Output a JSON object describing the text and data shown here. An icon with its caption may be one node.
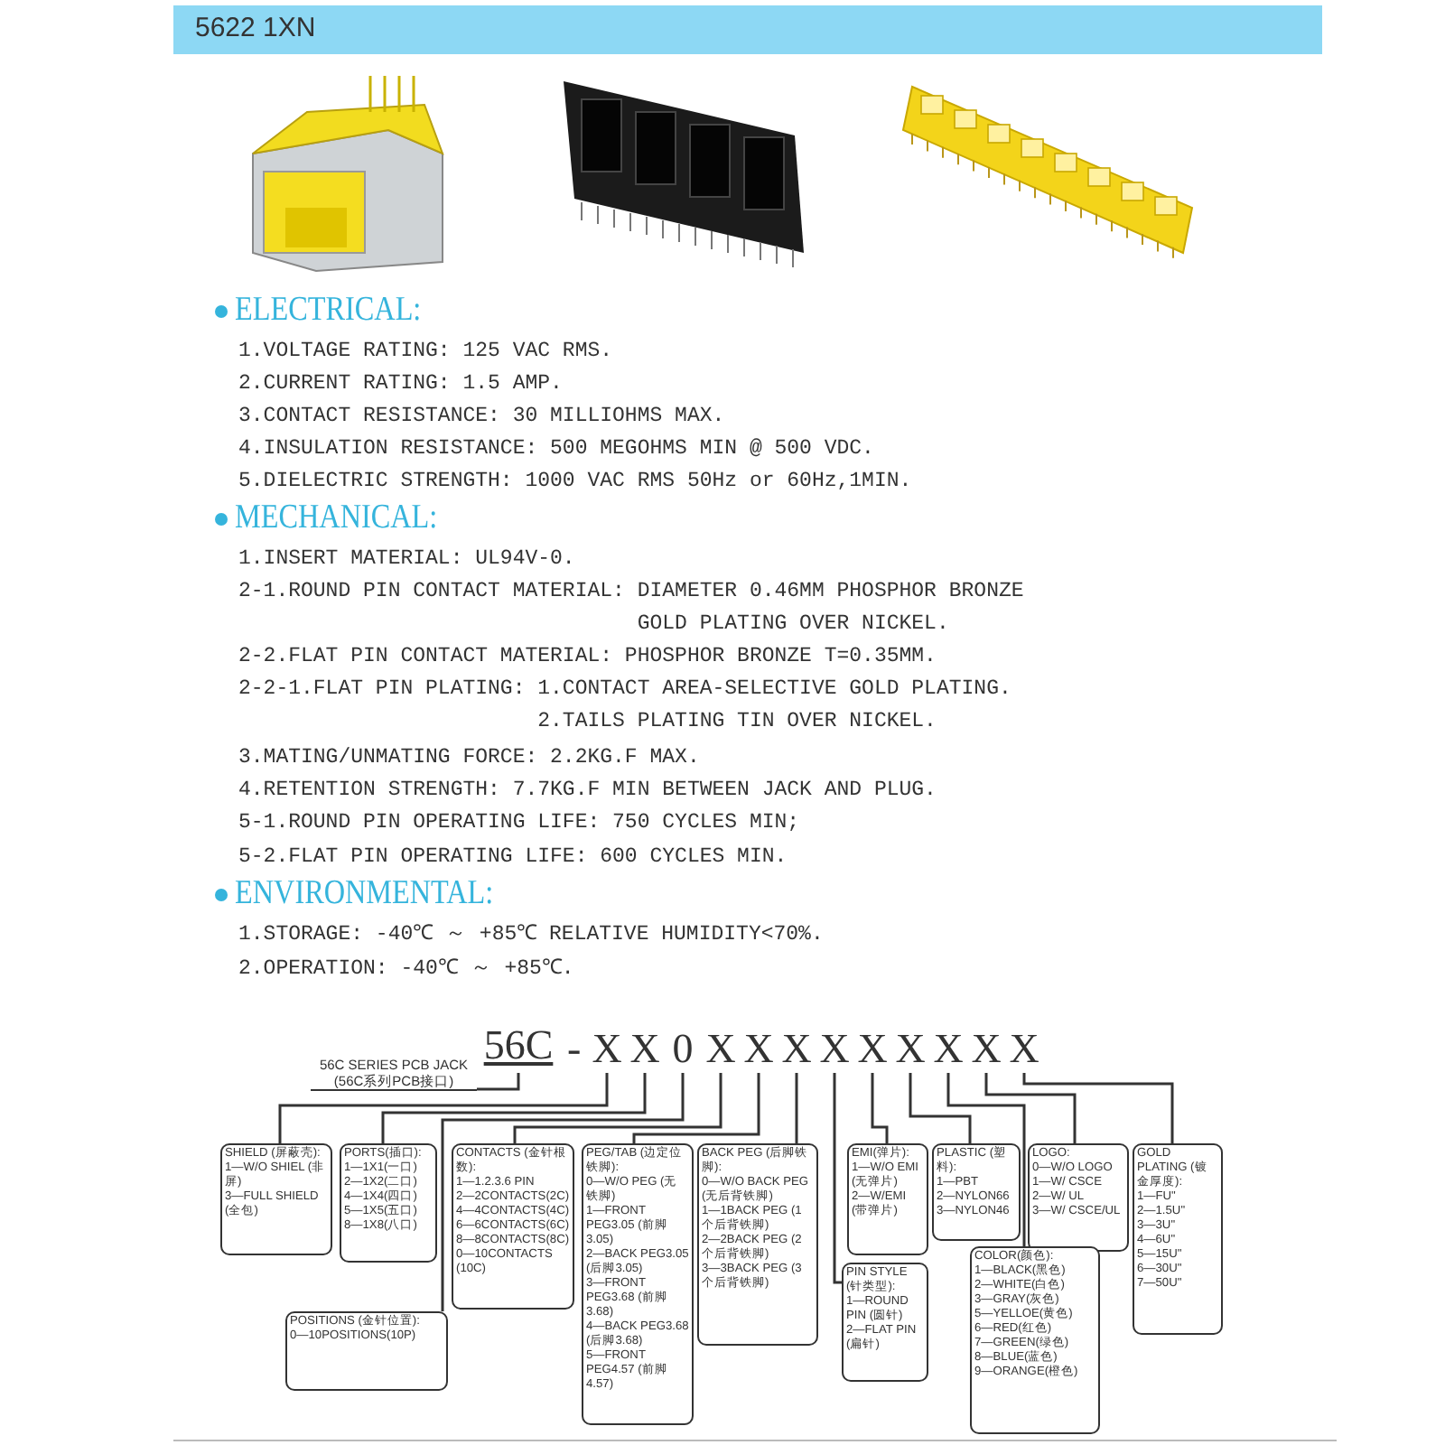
{
  "diagram": {
    "title": "5622 1XN",
    "nodes": [
      {
        "text": [
          "56C"
        ]
      },
      {
        "text": [
          "X"
        ]
      },
      {
        "text": [
          "X"
        ]
      },
      {
        "text": [
          "0"
        ]
      },
      {
        "text": [
          "X"
        ]
      },
      {
        "text": [
          "X"
        ]
      },
      {
        "text": [
          "X"
        ]
      },
      {
        "text": [
          "X"
        ]
      },
      {
        "text": [
          "X"
        ]
      },
      {
        "text": [
          "X"
        ]
      },
      {
        "text": [
          "X"
        ]
      },
      {
        "text": [
          "X"
        ]
      },
      {
        "text": [
          "X"
        ]
      },
      {
        "text": [
          "56C SERIES PCB JACK (56C系列PCB接口)"
        ]
      },
      {
        "text": [
          "SHIELD (屏蔽壳):",
          "1—W/O SHIEL (非屏)",
          "3—FULL SHIELD (全包)"
        ]
      },
      {
        "text": [
          "PORTS(插口):",
          "1—1X1(一口)",
          "2—1X2(二口)",
          "4—1X4(四口)",
          "5—1X5(五口)",
          "8—1X8(八口)"
        ]
      },
      {
        "text": [
          "CONTACTS (金针根数):",
          "1—1.2.3.6 PIN",
          "2—2CONTACTS(2C)",
          "4—4CONTACTS(4C)",
          "6—6CONTACTS(6C)",
          "8—8CONTACTS(8C)",
          "0—10CONTACTS (10C)"
        ]
      },
      {
        "text": [
          "PEG/TAB (边定位铁脚):",
          "0—W/O PEG (无铁脚)",
          "1—FRONT PEG3.05 (前脚3.05)",
          "2—BACK PEG3.05 (后脚3.05)",
          "3—FRONT PEG3.68 (前脚3.68)",
          "4—BACK PEG3.68 (后脚3.68)",
          "5—FRONT PEG4.57 (前脚4.57)"
        ]
      },
      {
        "text": [
          "BACK PEG (后脚铁脚):",
          "0—W/O BACK PEG (无后背铁脚)",
          "1—1BACK PEG (1个后背铁脚)",
          "2—2BACK PEG (2个后背铁脚)",
          "3—3BACK PEG (3个后背铁脚)"
        ]
      },
      {
        "text": [
          "EMI(弹片):",
          "1—W/O EMI (无弹片)",
          "2—W/EMI (带弹片)"
        ]
      },
      {
        "text": [
          "PLASTIC (塑料):",
          "1—PBT",
          "2—NYLON66",
          "3—NYLON46"
        ]
      },
      {
        "text": [
          "LOGO:",
          "0—W/O LOGO",
          "1—W/ CSCE",
          "2—W/ UL",
          "3—W/ CSCE/UL"
        ]
      },
      {
        "text": [
          "GOLD PLATING (镀金厚度):",
          "1—FU\"",
          "2—1.5U\"",
          "3—3U\"",
          "4—6U\"",
          "5—15U\"",
          "6—30U\"",
          "7—50U\""
        ]
      },
      {
        "text": [
          "POSITIONS (金针位置):",
          "0—10POSITIONS(10P)"
        ]
      },
      {
        "text": [
          "PIN STYLE (针类型):",
          "1—ROUND PIN (圆针)",
          "2—FLAT PIN (扁针)"
        ]
      },
      {
        "text": [
          "COLOR(颜色):",
          "1—BLACK(黑色)",
          "2—WHITE(白色)",
          "3—GRAY(灰色)",
          "5—YELLOE(黄色)",
          "6—RED(红色)",
          "7—GREEN(绿色)",
          "8—BLUE(蓝色)",
          "9—ORANGE(橙色)"
        ]
      }
    ],
    "edges": [
      {
        "from": 1,
        "to": 14,
        "arrow": "none"
      },
      {
        "from": 2,
        "to": 15,
        "arrow": "none"
      },
      {
        "from": 3,
        "to": 23,
        "arrow": "none"
      },
      {
        "from": 4,
        "to": 16,
        "arrow": "none"
      },
      {
        "from": 5,
        "to": 17,
        "arrow": "none"
      },
      {
        "from": 6,
        "to": 18,
        "arrow": "none"
      },
      {
        "from": 7,
        "to": 24,
        "arrow": "none"
      },
      {
        "from": 8,
        "to": 19,
        "arrow": "none"
      },
      {
        "from": 9,
        "to": 20,
        "arrow": "none"
      },
      {
        "from": 10,
        "to": 25,
        "arrow": "none"
      },
      {
        "from": 11,
        "to": 21,
        "arrow": "none"
      },
      {
        "from": 12,
        "to": 22,
        "arrow": "none"
      },
      {
        "from": 0,
        "to": 13,
        "arrow": "none"
      }
    ],
    "labels": [
      "ELECTRICAL:",
      "1.VOLTAGE RATING: 125 VAC RMS.",
      "2.CURRENT RATING: 1.5 AMP.",
      "3.CONTACT RESISTANCE: 30 MILLIOHMS MAX.",
      "4.INSULATION RESISTANCE: 500 MEGOHMS MIN @ 500 VDC.",
      "5.DIELECTRIC STRENGTH: 1000 VAC RMS 50Hz or 60Hz,1MIN.",
      "MECHANICAL:",
      "1.INSERT MATERIAL: UL94V-0.",
      "2-1.ROUND PIN CONTACT MATERIAL: DIAMETER 0.46MM PHOSPHOR BRONZE GOLD PLATING OVER NICKEL.",
      "2-2.FLAT PIN CONTACT MATERIAL: PHOSPHOR BRONZE T=0.35MM.",
      "2-2-1.FLAT PIN PLATING: 1.CONTACT AREA-SELECTIVE GOLD PLATING. 2.TAILS PLATING TIN OVER NICKEL.",
      "3.MATING/UNMATING FORCE: 2.2KG.F MAX.",
      "4.RETENTION STRENGTH: 7.7KG.F MIN BETWEEN JACK AND PLUG.",
      "5-1.ROUND PIN OPERATING LIFE: 750 CYCLES MIN;",
      "5-2.FLAT PIN OPERATING LIFE: 600 CYCLES MIN.",
      "ENVIRONMENTAL:",
      "1.STORAGE: -40℃ ～ +85℃ RELATIVE HUMIDITY<70%.",
      "2.OPERATION: -40℃ ～ +85℃.",
      "-"
    ]
  }
}
